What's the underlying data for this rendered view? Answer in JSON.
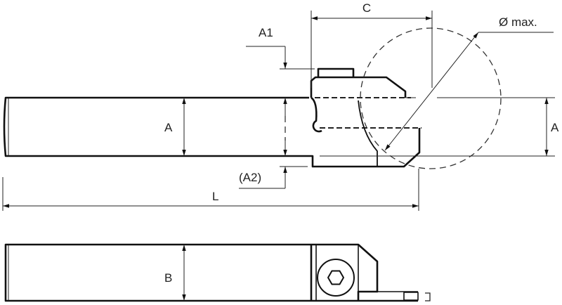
{
  "labels": {
    "c": "C",
    "diameter_max": "Ø max.",
    "a1": "A1",
    "a_left": "A",
    "a_right": "A",
    "a2": "(A2)",
    "l": "L",
    "b": "B"
  }
}
